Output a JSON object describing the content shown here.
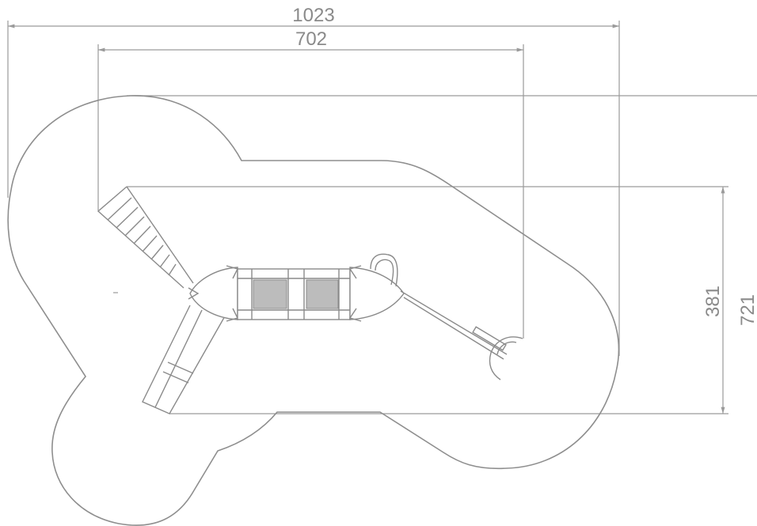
{
  "dimensions": {
    "overall_width": "1023",
    "equipment_width": "702",
    "equipment_depth": "381",
    "overall_depth": "721"
  },
  "colors": {
    "line": "#8e8e8e",
    "text": "#8a8a8a",
    "mesh": "#bcbcbc",
    "background": "#ffffff"
  }
}
